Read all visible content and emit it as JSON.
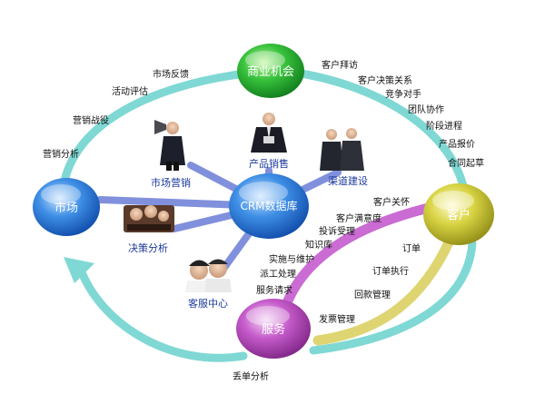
{
  "colors": {
    "cycle_arrow": "#7fd8d4",
    "purple_band": "#c55fcf",
    "yellow_band": "#dcd36a",
    "spoke": "#8090dc",
    "role_text": "#1d3a9c"
  },
  "nodes": {
    "business": "商业机会",
    "market": "市场",
    "crm": "CRM数据库",
    "customer": "客户",
    "service": "服务"
  },
  "roles": {
    "marketing": "市场营销",
    "sales": "产品销售",
    "channel": "渠道建设",
    "decision": "决策分析",
    "service_center": "客服中心"
  },
  "labels": {
    "left_arc": [
      "市场反馈",
      "活动评估",
      "营销战役",
      "营销分析"
    ],
    "right_arc": [
      "客户拜访",
      "客户决策关系",
      "竞争对手",
      "团队协作",
      "阶段进程",
      "产品报价",
      "合同起草"
    ],
    "purple_band": [
      "客户关怀",
      "客户满意度",
      "投诉受理",
      "知识库",
      "实施与维护",
      "派工处理",
      "服务请求"
    ],
    "yellow_band": [
      "订单",
      "订单执行",
      "回款管理",
      "发票管理"
    ],
    "bottom": "丢单分析"
  }
}
